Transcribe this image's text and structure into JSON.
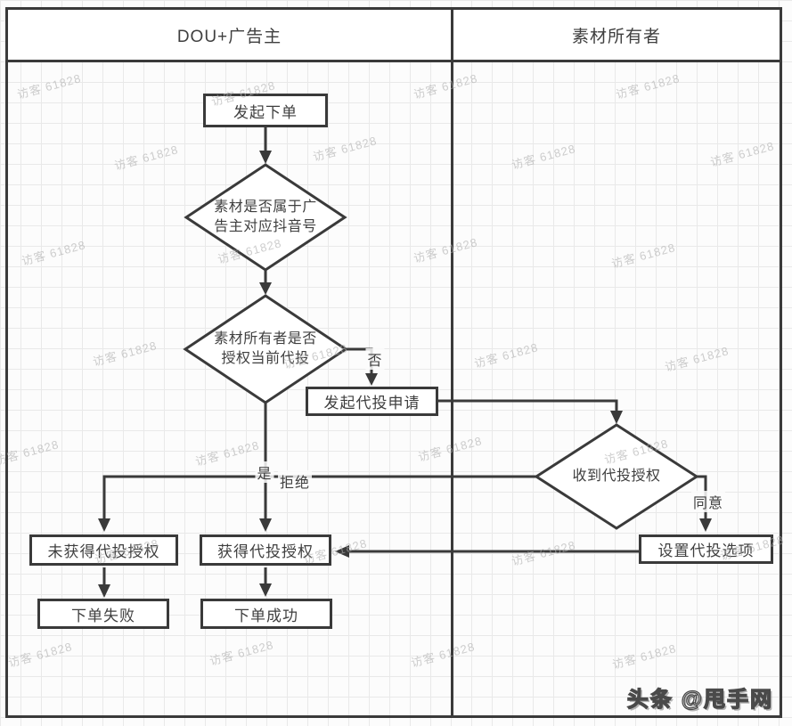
{
  "diagram": {
    "lanes": [
      {
        "label": "DOU+广告主"
      },
      {
        "label": "素材所有者"
      }
    ],
    "nodes": {
      "start": {
        "label": "发起下单",
        "type": "process"
      },
      "is_own_account": {
        "label": "素材是否属于广\n告主对应抖音号",
        "type": "decision"
      },
      "is_authorized": {
        "label": "素材所有者是否\n授权当前代投",
        "type": "decision"
      },
      "apply": {
        "label": "发起代投申请",
        "type": "process"
      },
      "receive_auth": {
        "label": "收到代投授权",
        "type": "decision"
      },
      "set_options": {
        "label": "设置代投选项",
        "type": "process"
      },
      "no_auth": {
        "label": "未获得代投授权",
        "type": "process"
      },
      "got_auth": {
        "label": "获得代投授权",
        "type": "process"
      },
      "fail": {
        "label": "下单失败",
        "type": "end"
      },
      "success": {
        "label": "下单成功",
        "type": "end"
      }
    },
    "edge_labels": {
      "no": "否",
      "yes": "是",
      "reject": "拒绝",
      "agree": "同意"
    }
  },
  "watermark": {
    "text": "访客 61828"
  },
  "credit": {
    "text": "头条 @甩手网"
  },
  "colors": {
    "line": "#3a3a3a",
    "text": "#3f3f3f",
    "grid": "#e9e9e9",
    "background": "#fcfcfc",
    "watermark": "#afafaf",
    "shape_fill": "#ffffff"
  }
}
